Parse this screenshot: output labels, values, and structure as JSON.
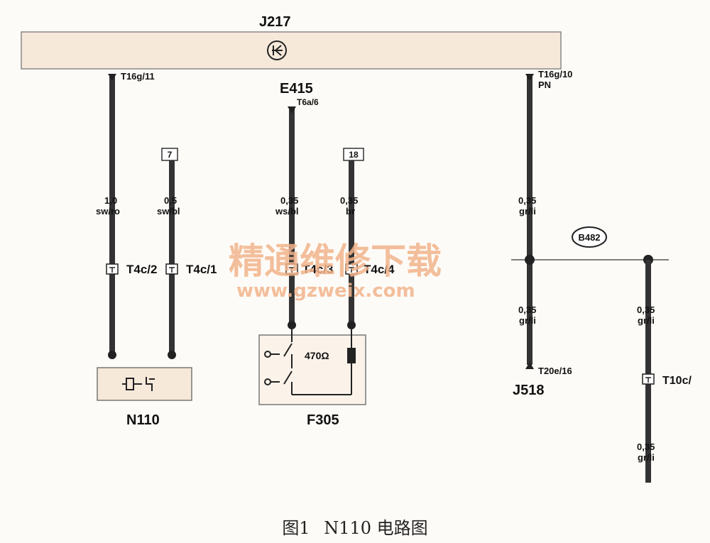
{
  "modules": {
    "j217": "J217",
    "e415": "E415",
    "j518": "J518",
    "n110": "N110",
    "f305": "F305"
  },
  "pins": {
    "t16g_11": "T16g/11",
    "t16g_10": "T16g/10",
    "pn": "PN",
    "t6a_6": "T6a/6",
    "t20e_16": "T20e/16"
  },
  "boxes": {
    "b7": "7",
    "b18": "18"
  },
  "connectors": {
    "t4c_2": "T4c/2",
    "t4c_1": "T4c/1",
    "t4c_3": "T4c/3",
    "t4c_4": "T4c/4",
    "t10c": "T10c/"
  },
  "splice": "B482",
  "resistor": "470Ω",
  "wires": {
    "w1": {
      "size": "1,0",
      "color": "sw/ro"
    },
    "w2": {
      "size": "0,5",
      "color": "sw/bl"
    },
    "w3": {
      "size": "0,35",
      "color": "ws/bl"
    },
    "w4": {
      "size": "0,35",
      "color": "br"
    },
    "w5": {
      "size": "0,35",
      "color": "gr/li"
    },
    "w6": {
      "size": "0,35",
      "color": "gr/li"
    },
    "w7": {
      "size": "0,35",
      "color": "gr/li"
    },
    "w8": {
      "size": "0,35",
      "color": "gr/li"
    }
  },
  "watermark": {
    "cn": "精通维修下载",
    "url": "www.gzweix.com"
  },
  "caption": {
    "fig": "图1",
    "title": "N110 电路图"
  }
}
